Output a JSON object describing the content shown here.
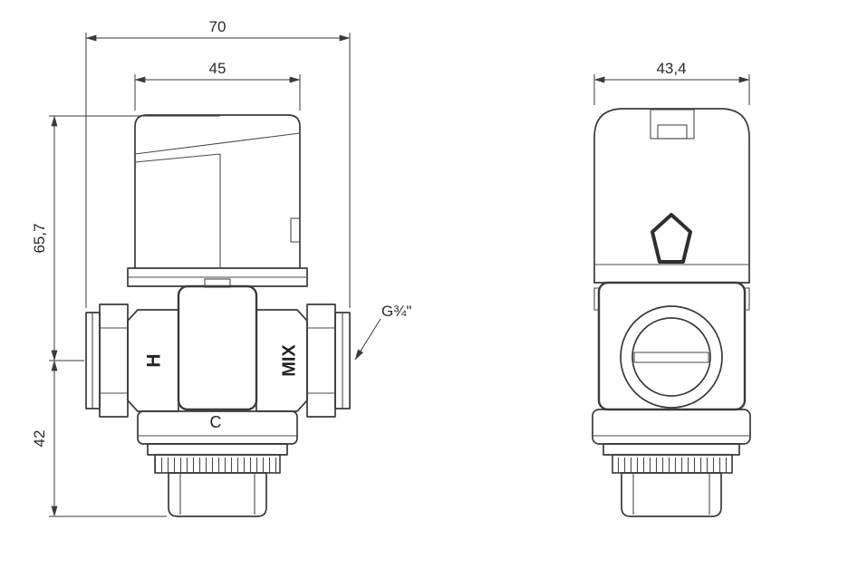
{
  "drawing": {
    "type": "technical-dimension-drawing",
    "subject": "thermostatic mixing valve, two orthographic views",
    "colors": {
      "background": "#ffffff",
      "line": "#3a3a3a",
      "text": "#2b2b2b"
    },
    "dimensions": {
      "overall_width": "70",
      "knob_width": "45",
      "upper_height": "65,7",
      "lower_height": "42",
      "side_width": "43,4"
    },
    "labels": {
      "hot_port": "H",
      "mix_port": "MIX",
      "cold_port": "C",
      "thread_size": "G¾\""
    }
  }
}
